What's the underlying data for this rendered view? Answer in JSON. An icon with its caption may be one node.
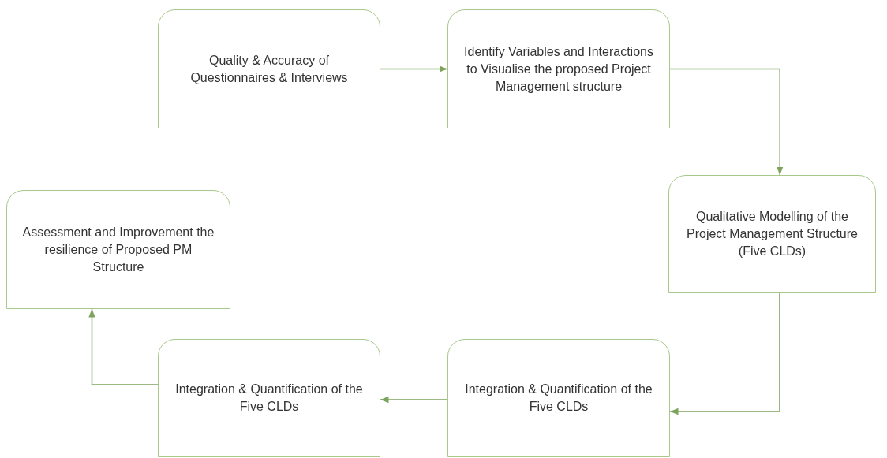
{
  "diagram": {
    "nodes": [
      {
        "text": [
          "Quality & Accuracy of Questionnaires & Interviews"
        ]
      },
      {
        "text": [
          "Identify Variables and Interactions to Visualise the proposed Project Management structure"
        ]
      },
      {
        "text": [
          "Qualitative Modelling of the Project Management Structure (Five CLDs)"
        ]
      },
      {
        "text": [
          "Assessment and Improvement the resilience of Proposed PM Structure"
        ]
      },
      {
        "text": [
          "Integration & Quantification of the Five CLDs"
        ]
      },
      {
        "text": [
          "Integration & Quantification of the Five CLDs"
        ]
      }
    ],
    "edges": [
      {
        "from": 0,
        "to": 1,
        "arrow": "to"
      },
      {
        "from": 1,
        "to": 2,
        "arrow": "to"
      },
      {
        "from": 2,
        "to": 4,
        "arrow": "to"
      },
      {
        "from": 4,
        "to": 5,
        "arrow": "to"
      },
      {
        "from": 5,
        "to": 3,
        "arrow": "to"
      }
    ]
  }
}
